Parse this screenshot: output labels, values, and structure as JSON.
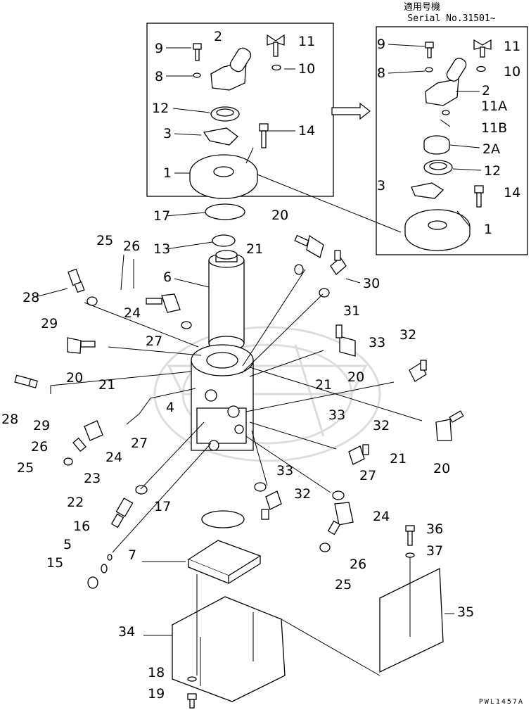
{
  "header": {
    "applicability": "適用号機",
    "serial": "Serial No.31501~"
  },
  "drawing_code": "PWL1457A",
  "inset_left_labels": [
    "9",
    "2",
    "11",
    "8",
    "10",
    "12",
    "3",
    "14",
    "1"
  ],
  "inset_right_labels": [
    "9",
    "11",
    "8",
    "10",
    "2",
    "11A",
    "11B",
    "2A",
    "12",
    "3",
    "14",
    "1"
  ],
  "main_labels": [
    "17",
    "20",
    "13",
    "21",
    "25",
    "26",
    "6",
    "30",
    "28",
    "24",
    "29",
    "31",
    "27",
    "32",
    "33",
    "20",
    "21",
    "21",
    "20",
    "28",
    "29",
    "4",
    "27",
    "24",
    "33",
    "32",
    "21",
    "20",
    "26",
    "25",
    "23",
    "33",
    "27",
    "22",
    "17",
    "32",
    "24",
    "16",
    "5",
    "15",
    "7",
    "36",
    "37",
    "26",
    "25",
    "35",
    "34",
    "18",
    "19"
  ],
  "icons": [
    "swivel-joint",
    "cover",
    "bracket",
    "elbow-fitting",
    "connector",
    "o-ring",
    "plate",
    "bolt",
    "washer",
    "wing-bolt",
    "watermark"
  ]
}
